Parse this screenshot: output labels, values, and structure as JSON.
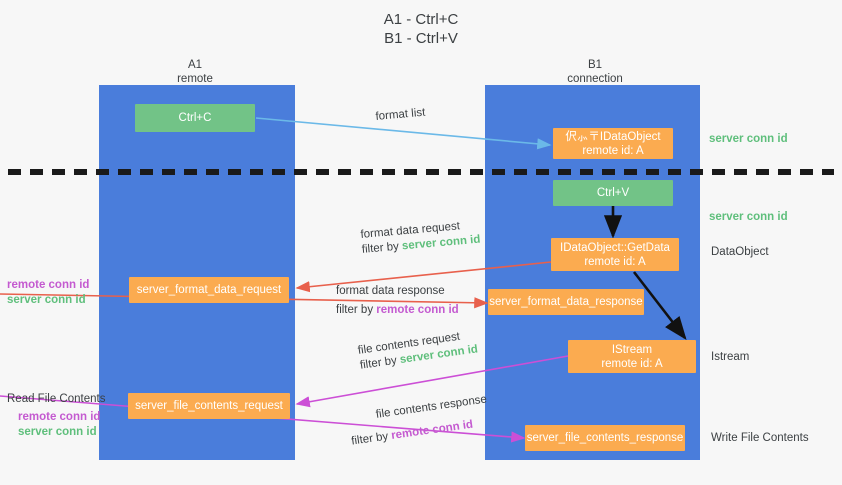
{
  "title": {
    "line1": "A1 - Ctrl+C",
    "line2": "B1 - Ctrl+V"
  },
  "lanes": [
    {
      "name": "A1",
      "role": "remote"
    },
    {
      "name": "B1",
      "role": "connection"
    }
  ],
  "nodes": {
    "ctrl_c": {
      "label": "Ctrl+C",
      "color": "#72c387"
    },
    "ctrl_v": {
      "label": "Ctrl+V",
      "color": "#72c387"
    },
    "idataobject": {
      "line1": "伬⺗〒IDataObject",
      "line2": "remote id: A",
      "color": "#fbab50"
    },
    "getdata": {
      "line1": "IDataObject::GetData",
      "line2": "remote id: A",
      "color": "#fbab50"
    },
    "istream": {
      "line1": "IStream",
      "line2": "remote id: A",
      "color": "#fbab50"
    },
    "fmt_req": {
      "label": "server_format_data_request",
      "color": "#fbab50"
    },
    "fmt_res": {
      "label": "server_format_data_response",
      "color": "#fbab50"
    },
    "file_req": {
      "label": "server_file_contents_request",
      "color": "#fbab50"
    },
    "file_res": {
      "label": "server_file_contents_response",
      "color": "#fbab50"
    }
  },
  "edge_labels": {
    "format_list": "format list",
    "fmt_req_l1": "format data request",
    "fmt_req_l2_prefix": "filter by ",
    "fmt_req_l2_value": "server conn id",
    "fmt_res_l1": "format data response",
    "fmt_res_l2_prefix": "filter by ",
    "fmt_res_l2_value": "remote conn id",
    "file_req_l1": "file contents request",
    "file_req_l2_prefix": "filter by ",
    "file_req_l2_value": "server conn id",
    "file_res_l1": "file contents response",
    "file_res_l2_prefix": "filter by ",
    "file_res_l2_value": "remote conn id"
  },
  "left_annotations": {
    "remote_conn_id": "remote conn id",
    "server_conn_id": "server conn id",
    "read_file_contents": "Read File Contents"
  },
  "right_annotations": {
    "server_conn_id_top": "server conn id",
    "server_conn_id_mid": "server conn id",
    "data_object": "DataObject",
    "istream": "Istream",
    "write_file_contents": "Write File Contents"
  },
  "colors": {
    "lane": "#4a7ddb",
    "green": "#72c387",
    "orange": "#fbab50",
    "green_text": "#5fbf7c",
    "pink_text": "#c45ad0",
    "arrow_blue": "#6bb9e8",
    "arrow_red": "#e8604c",
    "arrow_pink": "#cc4fd6",
    "arrow_black": "#000000",
    "background": "#f7f7f7"
  }
}
